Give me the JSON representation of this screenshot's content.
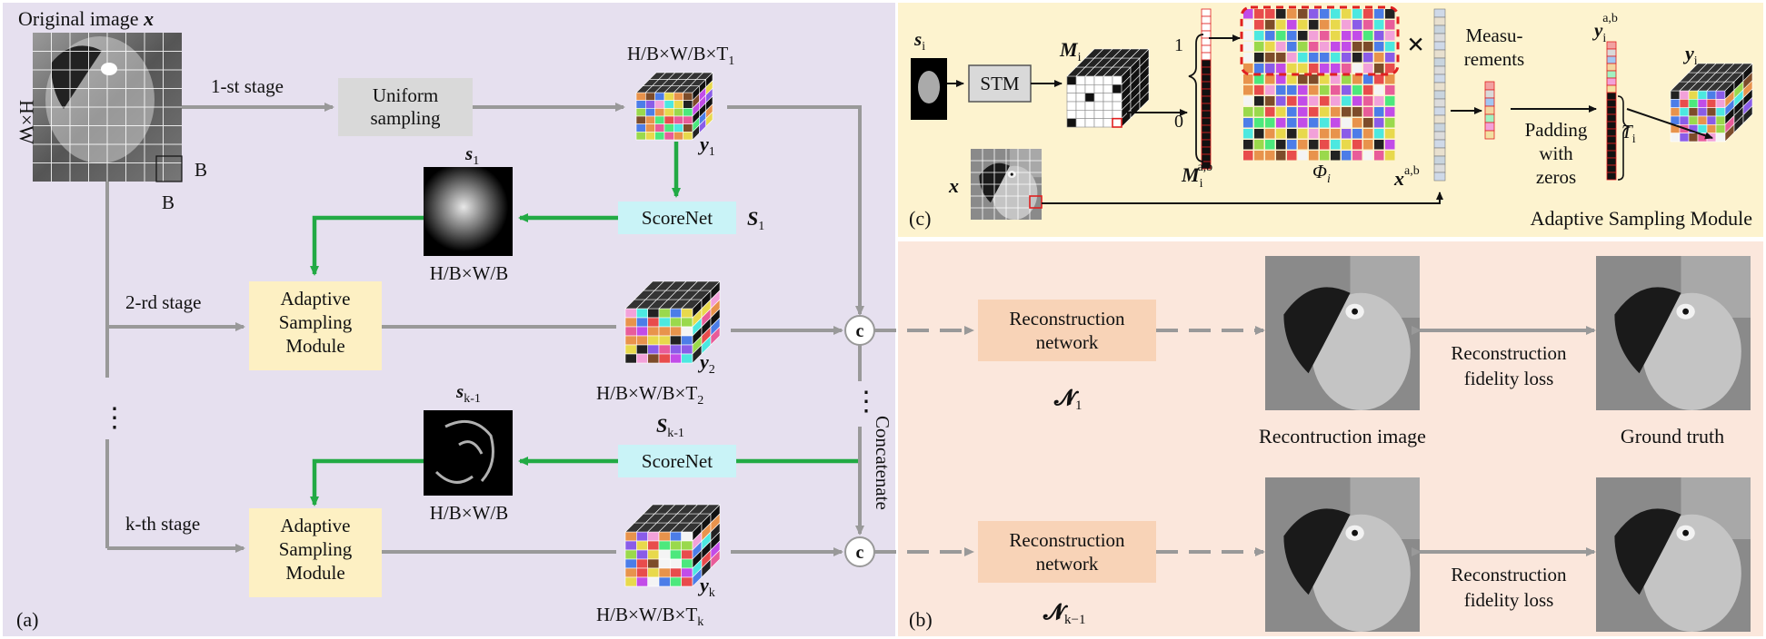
{
  "colors": {
    "panel_a_bg": "#e6e0ef",
    "panel_b_bg": "#fbe7dc",
    "panel_c_bg": "#fdf3cf",
    "uniform_box": "#d9d9d9",
    "asm_box": "#fdf0c3",
    "scorenet_box": "#c9f3f7",
    "recon_box": "#f8d3b7",
    "gray_arrow": "#999999",
    "green_arrow": "#22aa44"
  },
  "panel_a": {
    "label": "(a)",
    "original_image_label": "Original image",
    "original_image_symbol": "x",
    "dim_hw": "H×W",
    "block_b_right": "B",
    "block_b_bottom": "B",
    "stage1": "1-st stage",
    "uniform_sampling": [
      "Uniform",
      "sampling"
    ],
    "y1_dims": "H/B×W/B×T",
    "y1_dims_sub": "1",
    "y1": "y",
    "y1_sub": "1",
    "s1": "s",
    "s1_sub": "1",
    "s1_dims": "H/B×W/B",
    "scorenet1": "ScoreNet",
    "S1": "S",
    "S1_sub": "1",
    "stage2": "2-rd stage",
    "asm": [
      "Adaptive",
      "Sampling",
      "Module"
    ],
    "y2": "y",
    "y2_sub": "2",
    "y2_dims": "H/B×W/B×T",
    "y2_dims_sub": "2",
    "dots": "⋮",
    "sk1": "s",
    "sk1_sub": "k-1",
    "Sk1": "S",
    "Sk1_sub": "k-1",
    "scorenet2": "ScoreNet",
    "sk1_dims": "H/B×W/B",
    "stagek": "k-th stage",
    "yk": "y",
    "yk_sub": "k",
    "yk_dims": "H/B×W/B×T",
    "yk_dims_sub": "k",
    "concat_symbol": "c",
    "concatenate": "Concatenate"
  },
  "panel_b": {
    "label": "(b)",
    "recon_network": [
      "Reconstruction",
      "network"
    ],
    "N1": "𝓝",
    "N1_sub": "1",
    "Nk1": "𝓝",
    "Nk1_sub": "k−1",
    "fidelity_loss": [
      "Reconstruction",
      "fidelity loss"
    ],
    "recon_image_caption": "Recontruction image",
    "ground_truth_caption": "Ground truth"
  },
  "panel_c": {
    "label": "(c)",
    "title": "Adaptive Sampling Module",
    "si": "s",
    "si_sub": "i",
    "stm": "STM",
    "Mi": "M",
    "Mi_sub": "i",
    "Miab": "M",
    "Miab_sub": "i",
    "Miab_sup": "a,b",
    "one": "1",
    "zero": "0",
    "phi": "Φ",
    "phi_sub": "i",
    "times": "×",
    "x": "x",
    "xab": "x",
    "xab_sup": "a,b",
    "measurements": [
      "Measu-",
      "rements"
    ],
    "padding": [
      "Padding",
      "with",
      "zeros"
    ],
    "yiab": "y",
    "yiab_sub": "i",
    "yiab_sup": "a,b",
    "Ti": "T",
    "Ti_sub": "i",
    "yi": "y",
    "yi_sub": "i"
  }
}
